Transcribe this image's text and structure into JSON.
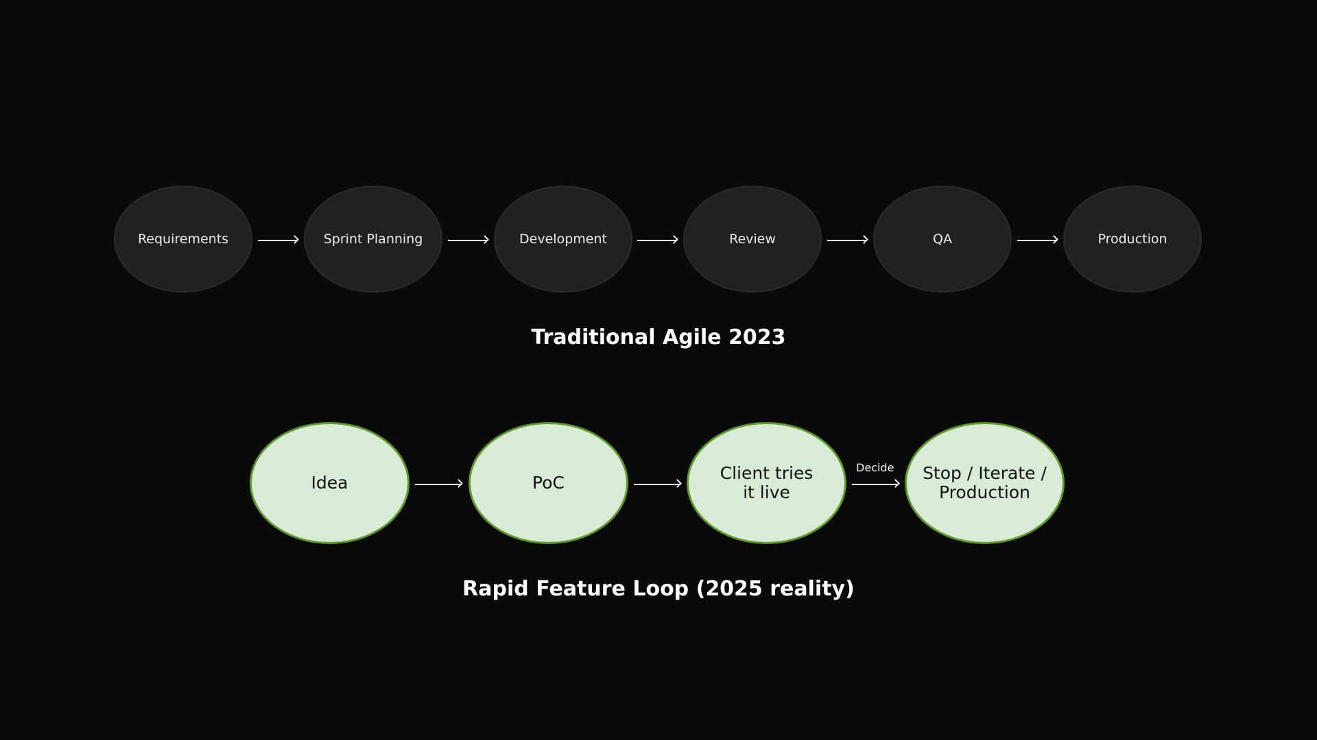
{
  "traditional": {
    "caption": "Traditional Agile 2023",
    "nodes": [
      {
        "label": "Requirements"
      },
      {
        "label": "Sprint Planning"
      },
      {
        "label": "Development"
      },
      {
        "label": "Review"
      },
      {
        "label": "QA"
      },
      {
        "label": "Production"
      }
    ],
    "colors": {
      "node_fill": "#212121",
      "node_border": "#2c2c2c",
      "text": "#ececec"
    }
  },
  "rapid": {
    "caption": "Rapid Feature Loop (2025 reality)",
    "nodes": [
      {
        "label": "Idea"
      },
      {
        "label": "PoC"
      },
      {
        "label": "Client tries it live",
        "line1": "Client tries",
        "line2": "it live"
      },
      {
        "label": "Stop / Iterate / Production",
        "line1": "Stop / Iterate /",
        "line2": "Production"
      }
    ],
    "edge_labels": {
      "decide": "Decide"
    },
    "colors": {
      "node_fill": "#d8ebd6",
      "node_border": "#5f9a2a",
      "text": "#111111"
    }
  },
  "background": "#0a0a0a"
}
